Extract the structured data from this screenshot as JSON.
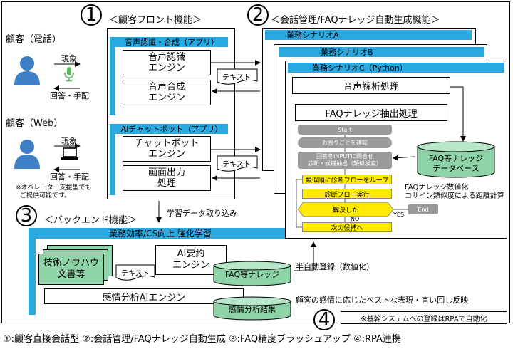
{
  "section1": {
    "num": "1",
    "title": "＜顧客フロント機能＞"
  },
  "section2": {
    "num": "2",
    "title": "＜会話管理/FAQナレッジ自動生成機能＞"
  },
  "section3": {
    "num": "3",
    "title": "＜バックエンド機能＞"
  },
  "section4": {
    "num": "4"
  },
  "customer_phone": {
    "label": "顧客（電話）",
    "arrow_top": "現象",
    "arrow_bottom": "回答・手配"
  },
  "customer_web": {
    "label": "顧客（Web）",
    "arrow_top": "現象",
    "arrow_bottom": "回答・手配",
    "note1": "※オペレーター支援型でも",
    "note2": "ご提供可能です。"
  },
  "voice_app": {
    "bar": "音声認識・合成（アプリ）",
    "recog": [
      "音声認識",
      "エンジン"
    ],
    "synth": [
      "音声合成",
      "エンジン"
    ]
  },
  "chat_app": {
    "bar": "AIチャットボット（アプリ）",
    "chatbot": [
      "チャットボット",
      "エンジン"
    ],
    "screen": [
      "画面出力",
      "処理"
    ]
  },
  "doc_text1": "テキスト",
  "doc_text2": "テキスト",
  "doc_text3": "テキスト",
  "learning_import": "学習データ取り込み",
  "scenarios": {
    "a": "業務シナリオA",
    "b": "業務シナリオB",
    "c": "業務シナリオC（Python）"
  },
  "voice_analysis": "音声解析処理",
  "faq_extract": "FAQナレッジ抽出処理",
  "flow": {
    "start": "Start",
    "confirm": "お困りごとを確認",
    "input1": "回答をINPUTに問合せ",
    "input2": "診断・候補抽出（類似検索）",
    "loop": "類似順に診断フローをループ",
    "exec": "診断フロー実行",
    "solved": "解決した",
    "yes": "YES",
    "no": "NO",
    "end": "End",
    "next": "次の候補へ"
  },
  "faq_db": {
    "line1": "FAQ等ナレッジ",
    "line2": "データベース"
  },
  "faq_note": {
    "line1": "FAQナレッジ数値化",
    "line2": "コサイン類似度による距離計算"
  },
  "backend_bar": "業務効率/CS向上 強化学習",
  "tech_docs": [
    "技術ノウハウ",
    "文書等"
  ],
  "ai_summary": [
    "AI要約",
    "エンジン"
  ],
  "faq_knowledge": "FAQ等ナレッジ",
  "semi_auto": "半自動登録（数値化）",
  "emotion_engine": "感情分析AIエンジン",
  "emotion_result": "感情分析結果",
  "emotion_note": "顧客の感情に応じたベストな表現・言い回し反映",
  "rpa_note": "※基幹システムへの登録はRPAで自動化",
  "footer": "①:顧客直接会話型  ②:会話管理/FAQナレッジ自動生成  ③:FAQ精度ブラッシュアップ  ④:RPA連携",
  "colors": {
    "accent_blue": "#2aa9e0",
    "flow_yellow": "#ffea00",
    "flow_gray": "#9a9a9a",
    "db_green": "#8fd3a8",
    "icon_blue": "#3d7fc4",
    "mic_green": "#5cb85c"
  }
}
